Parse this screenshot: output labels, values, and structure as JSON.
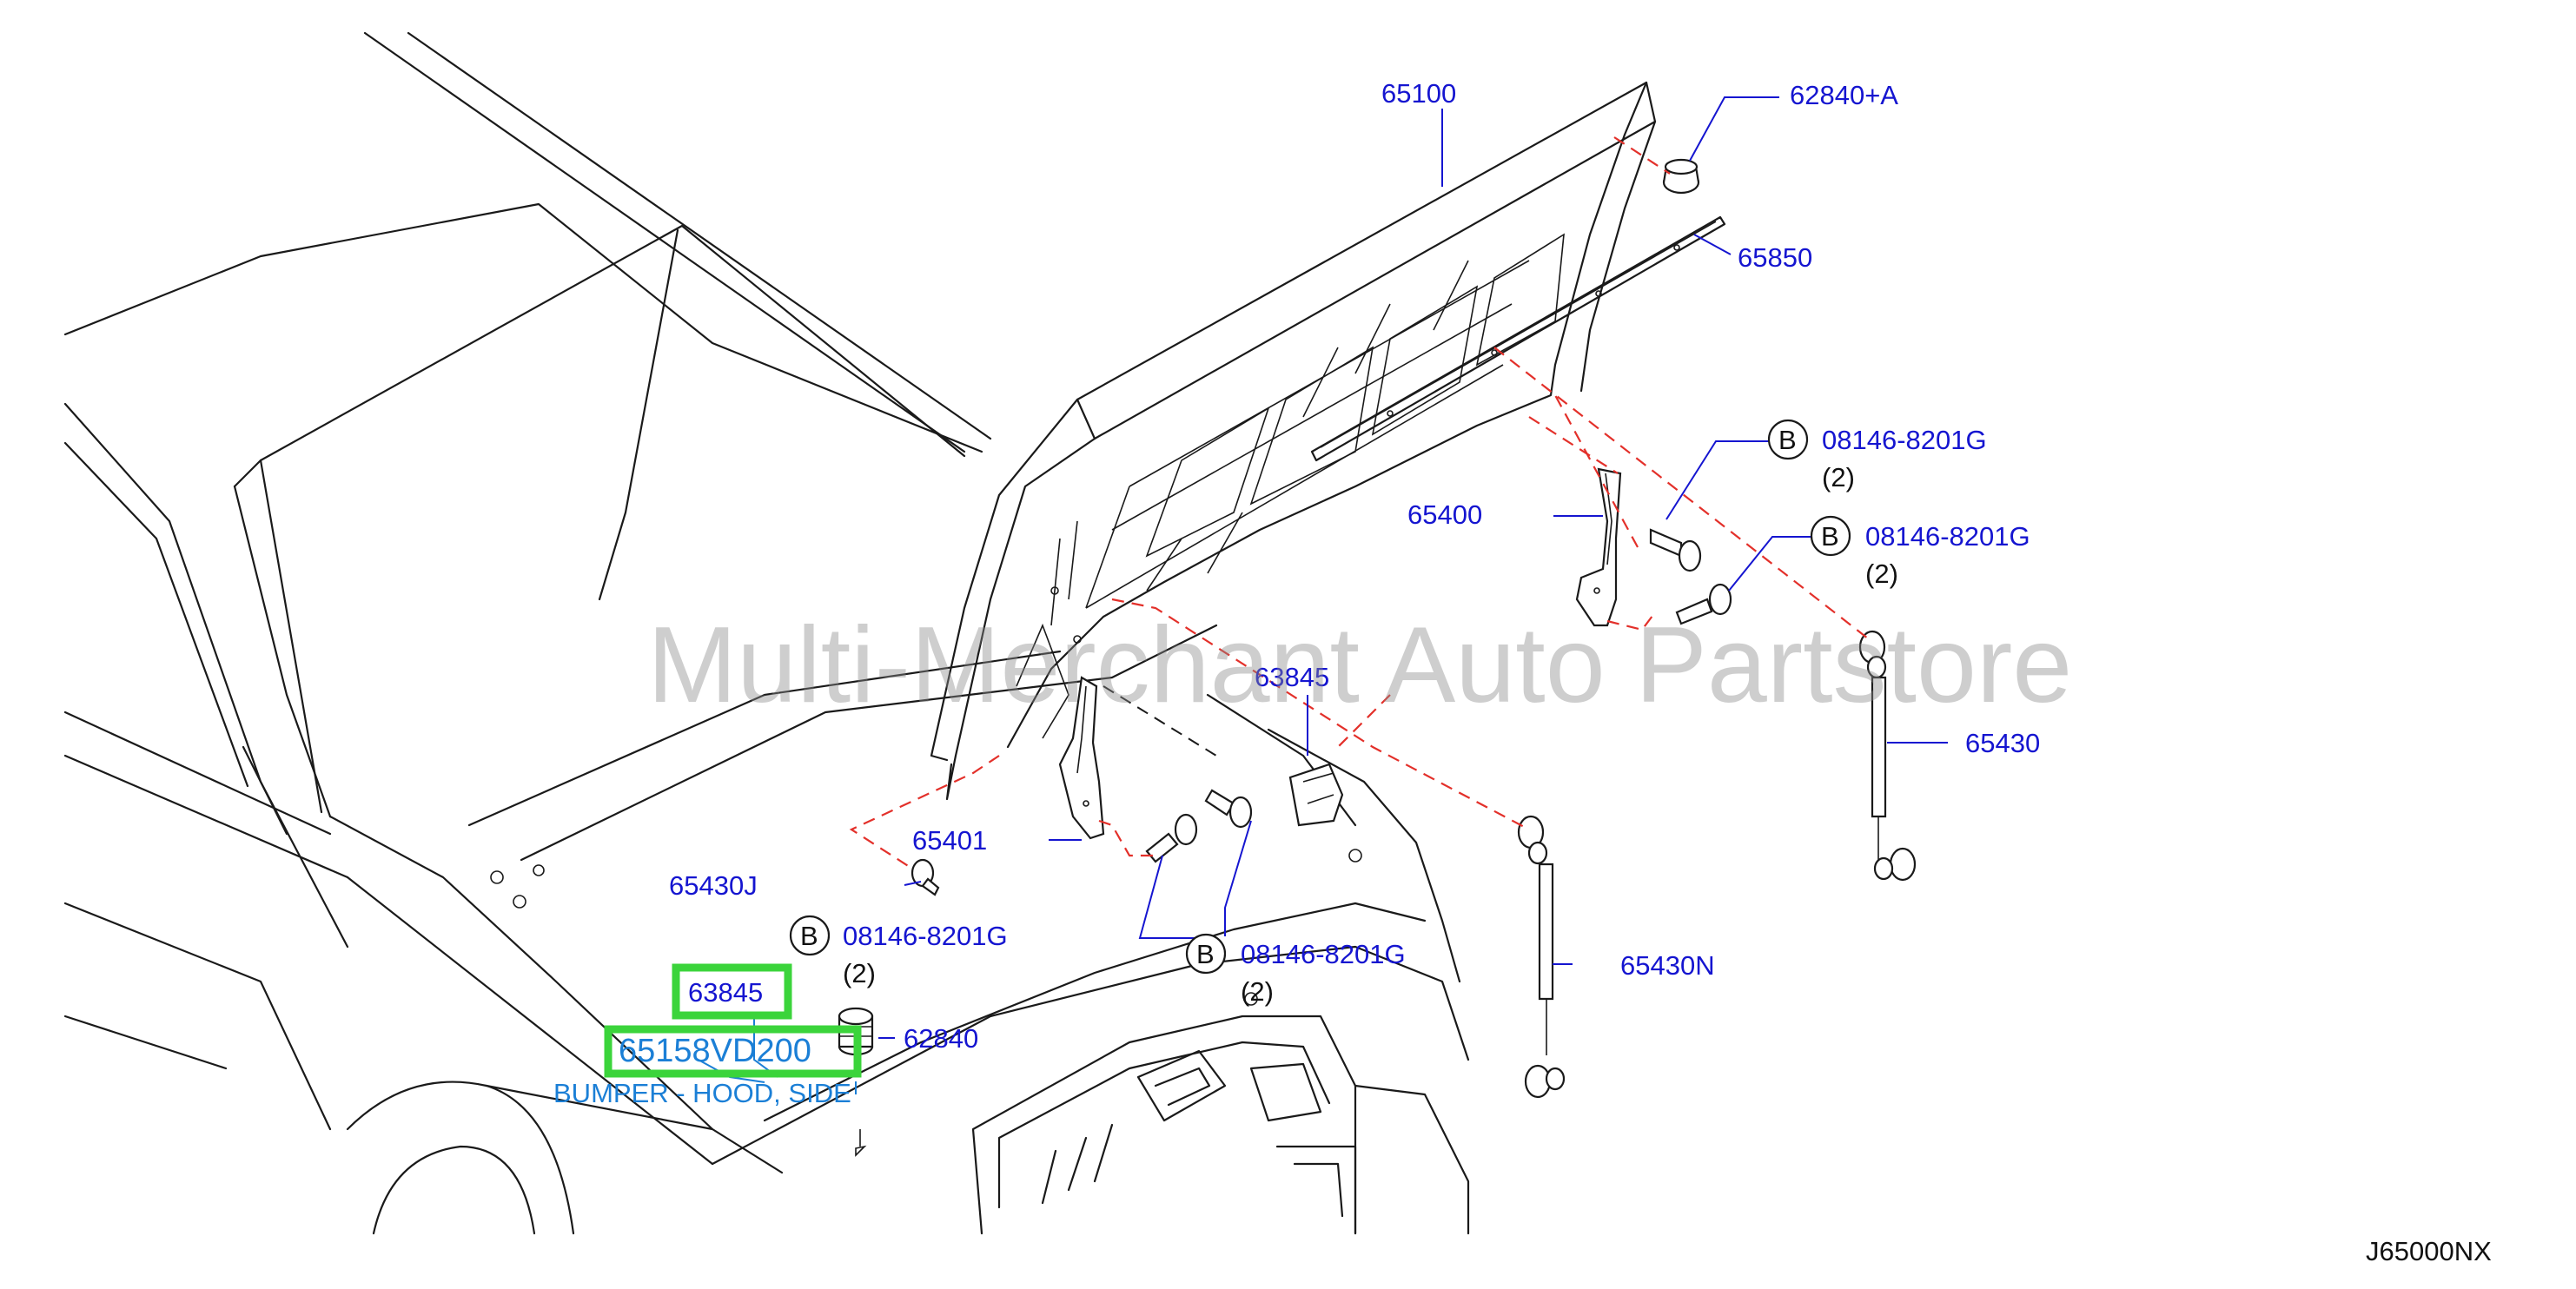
{
  "diagram": {
    "watermark": "Multi-Merchant Auto Partstore",
    "figure_code": "J65000NX",
    "bolt_symbol": "B",
    "parts": [
      {
        "id": "p-65100",
        "number": "65100"
      },
      {
        "id": "p-62840a",
        "number": "62840+A"
      },
      {
        "id": "p-65850",
        "number": "65850"
      },
      {
        "id": "p-08146-a",
        "number": "08146-8201G",
        "qty": "(2)"
      },
      {
        "id": "p-65400",
        "number": "65400"
      },
      {
        "id": "p-08146-b",
        "number": "08146-8201G",
        "qty": "(2)"
      },
      {
        "id": "p-63845-top",
        "number": "63845"
      },
      {
        "id": "p-65430",
        "number": "65430"
      },
      {
        "id": "p-65401",
        "number": "65401"
      },
      {
        "id": "p-65430j",
        "number": "65430J"
      },
      {
        "id": "p-08146-c",
        "number": "08146-8201G",
        "qty": "(2)"
      },
      {
        "id": "p-08146-d",
        "number": "08146-8201G",
        "qty": "(2)"
      },
      {
        "id": "p-65430n",
        "number": "65430N"
      },
      {
        "id": "p-63845-sel",
        "number": "63845"
      },
      {
        "id": "p-62840",
        "number": "62840"
      },
      {
        "id": "p-65158",
        "number": "65158VD200",
        "description": "BUMPER - HOOD, SIDE"
      }
    ],
    "colors": {
      "part_number": "#1515d0",
      "highlight": "#3bd43b",
      "description": "#1b7fd6",
      "guide_line": "#e3302a",
      "line_art": "#1a1a1a"
    }
  }
}
